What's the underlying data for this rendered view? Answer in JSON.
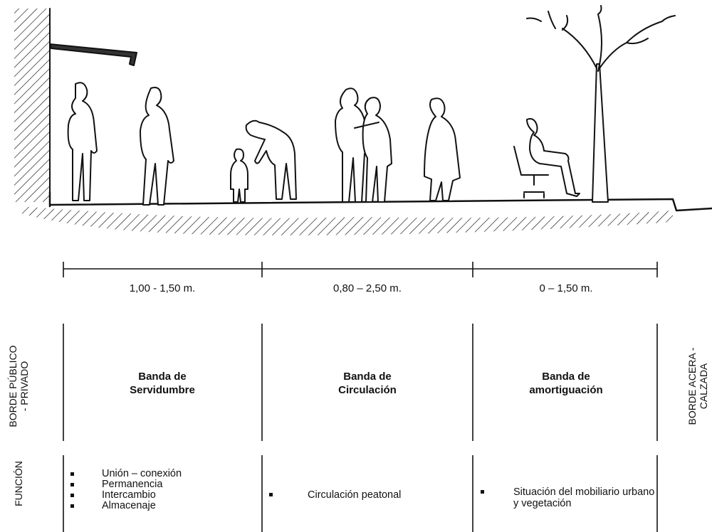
{
  "measures": [
    "1,00 - 1,50 m.",
    "0,80 – 2,50 m.",
    "0 – 1,50 m."
  ],
  "bands": [
    {
      "line1": "Banda de",
      "line2": "Servidumbre"
    },
    {
      "line1": "Banda de",
      "line2": "Circulación"
    },
    {
      "line1": "Banda de",
      "line2": "amortiguación"
    }
  ],
  "left_edge_label": "BORDE PÚBLICO\n- PRIVADO",
  "right_edge_label": "BORDE ACERA -\nCALZADA",
  "function_label": "FUNCIÓN",
  "functions": {
    "servidumbre": [
      "Unión – conexión",
      "Permanencia",
      "Intercambio",
      "Almacenaje"
    ],
    "circulacion": [
      "Circulación peatonal"
    ],
    "amortiguacion": [
      "Situación del mobiliario urbano y vegetación"
    ]
  },
  "illustration": {
    "type": "sidewalk-section-sketch",
    "elements": [
      "building-wall",
      "awning",
      "pedestrian-standing",
      "pedestrian-walking",
      "adult-with-child",
      "couple-walking",
      "elderly-woman",
      "seated-person",
      "street-tree",
      "ground-hatching"
    ]
  }
}
